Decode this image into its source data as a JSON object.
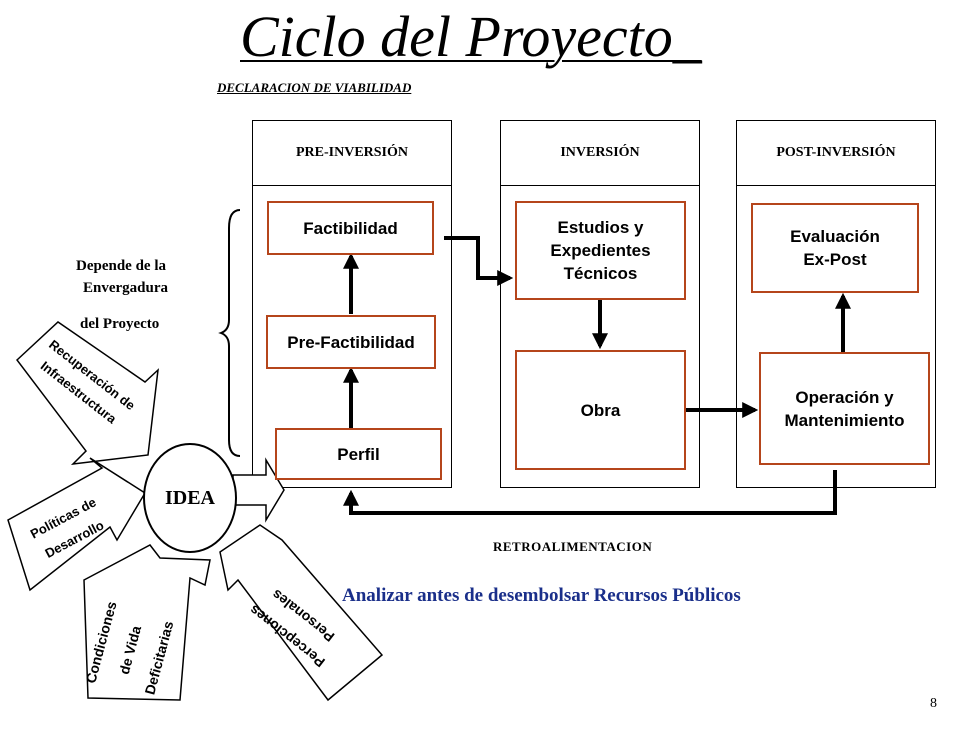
{
  "title": "Ciclo del Proyecto_",
  "subtitle": "DECLARACION DE VIABILIDAD",
  "phases": [
    {
      "header": "PRE-INVERSIÓN",
      "stages": [
        "Factibilidad",
        "Pre-Factibilidad",
        "Perfil"
      ]
    },
    {
      "header": "INVERSIÓN",
      "stages": [
        "Estudios y Expedientes Técnicos",
        "Obra"
      ]
    },
    {
      "header": "POST-INVERSIÓN",
      "stages": [
        "Evaluación Ex-Post",
        "Operación y Mantenimiento"
      ]
    }
  ],
  "side_note": [
    "Depende de la",
    "Envergadura",
    "del Proyecto"
  ],
  "idea": "IDEA",
  "inputs": [
    [
      "Recuperación de",
      "Infraestructura"
    ],
    [
      "Políticas de",
      "Desarrollo"
    ],
    [
      "Condiciones",
      "de Vida",
      "Deficitarias"
    ],
    [
      "Percepciones",
      "Personales"
    ]
  ],
  "feedback_label": "RETROALIMENTACION",
  "footer_note": "Analizar antes de desembolsar  Recursos Públicos",
  "page_number": "8",
  "colors": {
    "box_border": "#b5451b",
    "footer_text": "#1a2f8a"
  }
}
